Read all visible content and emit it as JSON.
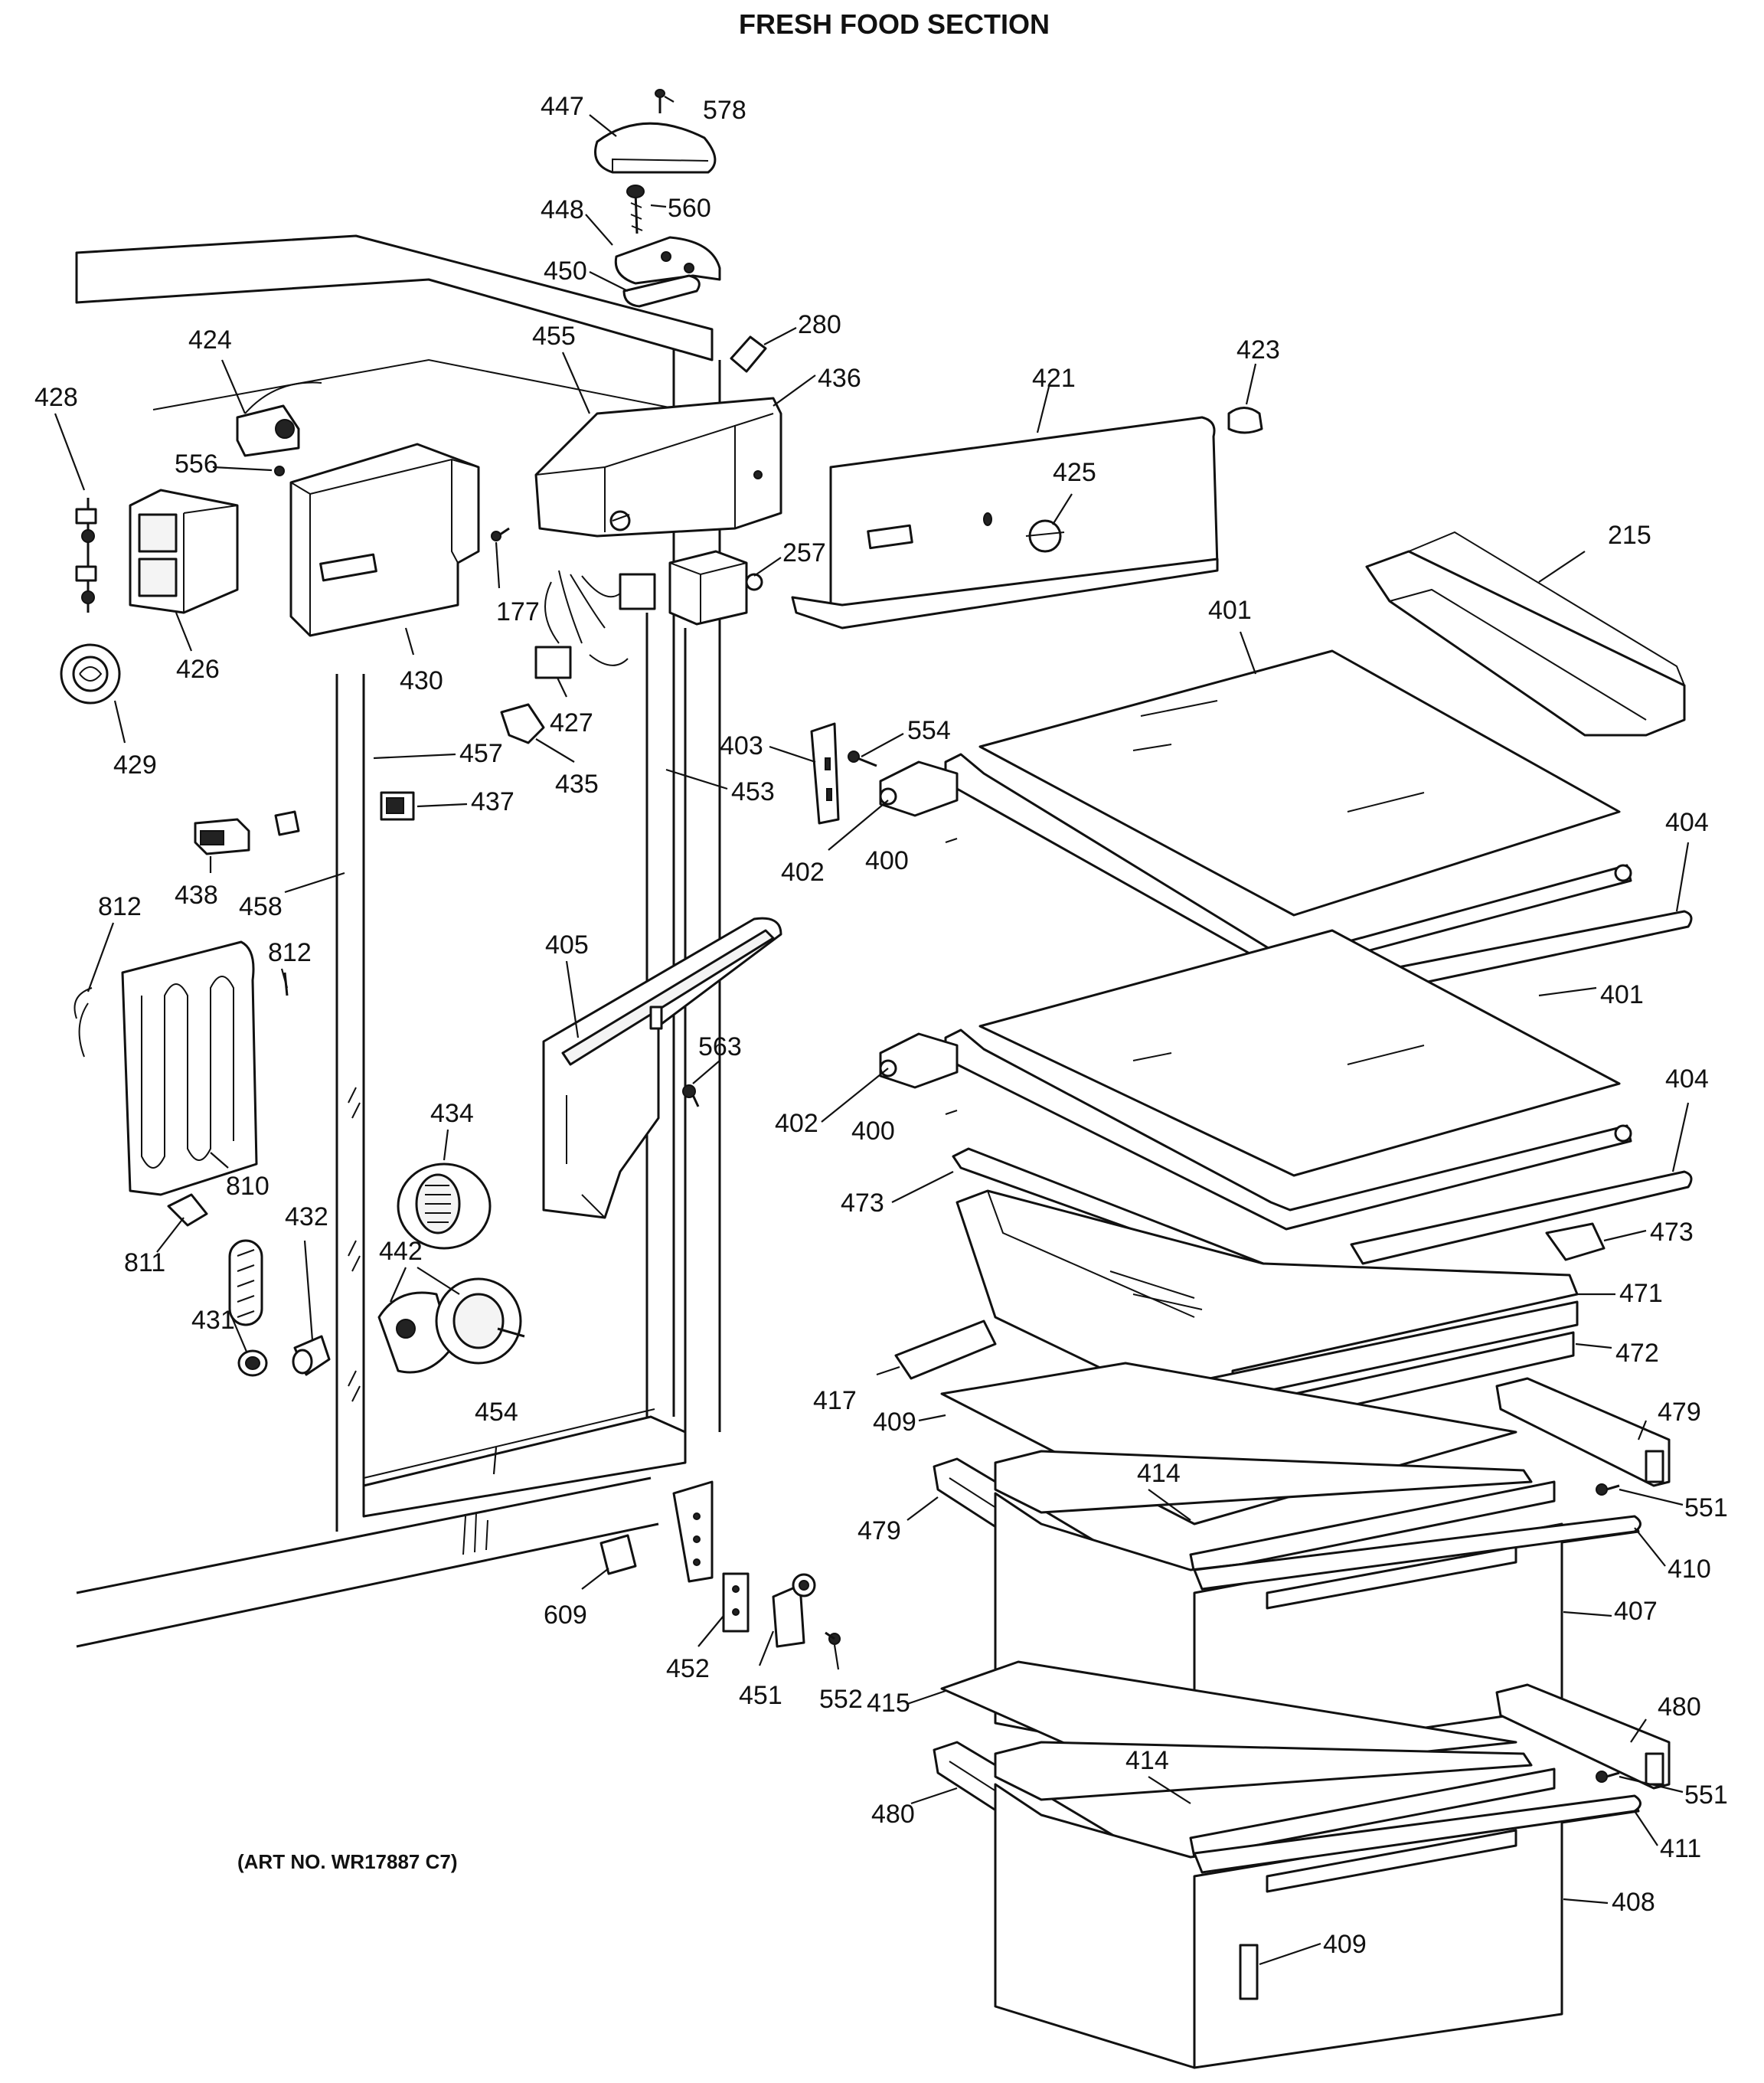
{
  "title": "FRESH FOOD SECTION",
  "art_number": "(ART NO. WR17887 C7)",
  "callouts": [
    {
      "id": "447",
      "text": "447"
    },
    {
      "id": "578",
      "text": "578"
    },
    {
      "id": "448",
      "text": "448"
    },
    {
      "id": "560",
      "text": "560"
    },
    {
      "id": "450",
      "text": "450"
    },
    {
      "id": "280",
      "text": "280"
    },
    {
      "id": "424",
      "text": "424"
    },
    {
      "id": "455",
      "text": "455"
    },
    {
      "id": "436",
      "text": "436"
    },
    {
      "id": "421",
      "text": "421"
    },
    {
      "id": "423",
      "text": "423"
    },
    {
      "id": "428",
      "text": "428"
    },
    {
      "id": "556",
      "text": "556"
    },
    {
      "id": "425",
      "text": "425"
    },
    {
      "id": "215",
      "text": "215"
    },
    {
      "id": "257",
      "text": "257"
    },
    {
      "id": "177",
      "text": "177"
    },
    {
      "id": "426",
      "text": "426"
    },
    {
      "id": "430",
      "text": "430"
    },
    {
      "id": "427",
      "text": "427"
    },
    {
      "id": "401a",
      "text": "401"
    },
    {
      "id": "429",
      "text": "429"
    },
    {
      "id": "457",
      "text": "457"
    },
    {
      "id": "435",
      "text": "435"
    },
    {
      "id": "403",
      "text": "403"
    },
    {
      "id": "554",
      "text": "554"
    },
    {
      "id": "453",
      "text": "453"
    },
    {
      "id": "437",
      "text": "437"
    },
    {
      "id": "402a",
      "text": "402"
    },
    {
      "id": "400a",
      "text": "400"
    },
    {
      "id": "404a",
      "text": "404"
    },
    {
      "id": "812a",
      "text": "812"
    },
    {
      "id": "438",
      "text": "438"
    },
    {
      "id": "458",
      "text": "458"
    },
    {
      "id": "405",
      "text": "405"
    },
    {
      "id": "812b",
      "text": "812"
    },
    {
      "id": "401b",
      "text": "401"
    },
    {
      "id": "563",
      "text": "563"
    },
    {
      "id": "434",
      "text": "434"
    },
    {
      "id": "402b",
      "text": "402"
    },
    {
      "id": "400b",
      "text": "400"
    },
    {
      "id": "404b",
      "text": "404"
    },
    {
      "id": "810",
      "text": "810"
    },
    {
      "id": "473a",
      "text": "473"
    },
    {
      "id": "432",
      "text": "432"
    },
    {
      "id": "811",
      "text": "811"
    },
    {
      "id": "442",
      "text": "442"
    },
    {
      "id": "473b",
      "text": "473"
    },
    {
      "id": "471",
      "text": "471"
    },
    {
      "id": "431",
      "text": "431"
    },
    {
      "id": "472",
      "text": "472"
    },
    {
      "id": "417",
      "text": "417"
    },
    {
      "id": "454",
      "text": "454"
    },
    {
      "id": "409a",
      "text": "409"
    },
    {
      "id": "479a",
      "text": "479"
    },
    {
      "id": "414a",
      "text": "414"
    },
    {
      "id": "551a",
      "text": "551"
    },
    {
      "id": "479b",
      "text": "479"
    },
    {
      "id": "410",
      "text": "410"
    },
    {
      "id": "609",
      "text": "609"
    },
    {
      "id": "407",
      "text": "407"
    },
    {
      "id": "452",
      "text": "452"
    },
    {
      "id": "451",
      "text": "451"
    },
    {
      "id": "552",
      "text": "552"
    },
    {
      "id": "415",
      "text": "415"
    },
    {
      "id": "480a",
      "text": "480"
    },
    {
      "id": "414b",
      "text": "414"
    },
    {
      "id": "551b",
      "text": "551"
    },
    {
      "id": "480b",
      "text": "480"
    },
    {
      "id": "411",
      "text": "411"
    },
    {
      "id": "408",
      "text": "408"
    },
    {
      "id": "409b",
      "text": "409"
    }
  ]
}
